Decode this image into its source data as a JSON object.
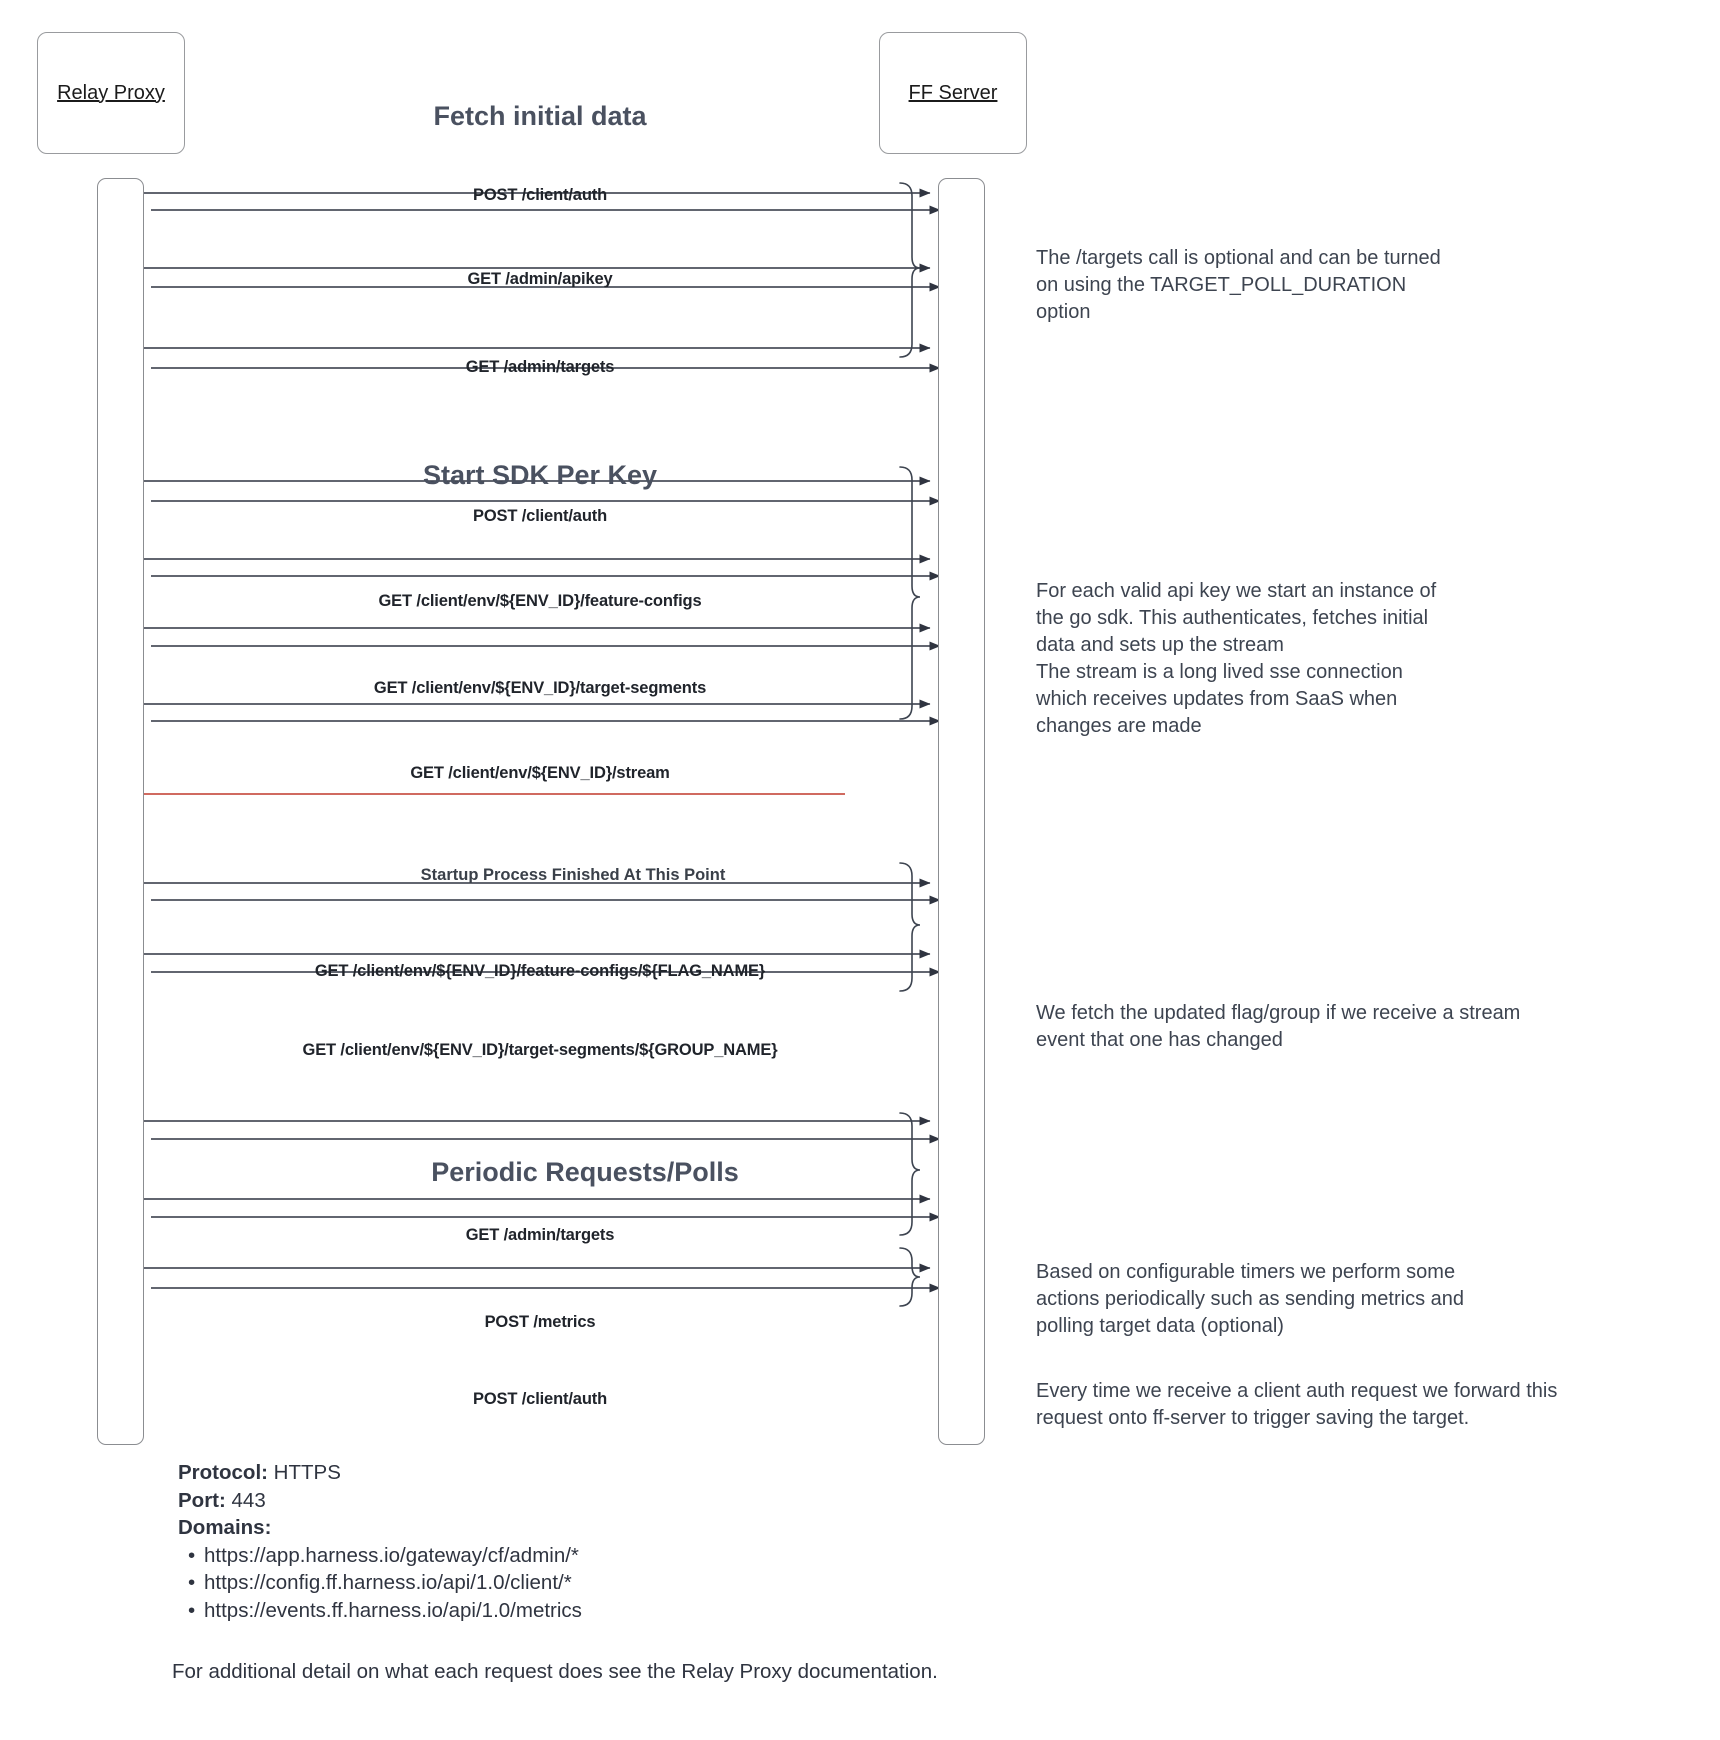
{
  "diagram": {
    "participants": [
      {
        "id": "relay-proxy",
        "label": "Relay Proxy"
      },
      {
        "id": "ff-server",
        "label": "FF Server"
      }
    ],
    "sections": [
      {
        "id": "fetch-initial-data",
        "title": "Fetch initial data"
      },
      {
        "id": "start-sdk-per-key",
        "title": "Start SDK Per Key"
      },
      {
        "id": "periodic-requests",
        "title": "Periodic Requests/Polls"
      }
    ],
    "messages": [
      {
        "id": "m1",
        "label": "POST /client/auth"
      },
      {
        "id": "m2",
        "label": "GET /admin/apikey"
      },
      {
        "id": "m3",
        "label": "GET /admin/targets"
      },
      {
        "id": "m4",
        "label": "POST /client/auth"
      },
      {
        "id": "m5",
        "label": "GET /client/env/${ENV_ID}/feature-configs"
      },
      {
        "id": "m6",
        "label": "GET /client/env/${ENV_ID}/target-segments"
      },
      {
        "id": "m7",
        "label": "GET /client/env/${ENV_ID}/stream"
      },
      {
        "id": "m8",
        "label": "GET /client/env/${ENV_ID}/feature-configs/${FLAG_NAME}"
      },
      {
        "id": "m9",
        "label": "GET /client/env/${ENV_ID}/target-segments/${GROUP_NAME}"
      },
      {
        "id": "m10",
        "label": "GET /admin/targets"
      },
      {
        "id": "m11",
        "label": "POST /metrics"
      },
      {
        "id": "m12",
        "label": "POST /client/auth"
      }
    ],
    "divider": {
      "label": "Startup Process Finished At This Point",
      "color": "#c0392b"
    },
    "notes": [
      {
        "id": "note-targets-optional",
        "lines": [
          "The /targets call is optional and can be turned",
          "on using the TARGET_POLL_DURATION",
          "option"
        ]
      },
      {
        "id": "note-sdk-instance",
        "lines": [
          "For each valid api key we start an instance of",
          "the go sdk. This authenticates, fetches initial",
          "data and sets up the stream",
          "The stream is a long lived sse connection",
          "which receives updates from SaaS when",
          "changes are made"
        ]
      },
      {
        "id": "note-stream-update",
        "lines": [
          "We fetch the updated flag/group if we receive a stream",
          "event that one has changed"
        ]
      },
      {
        "id": "note-periodic-timers",
        "lines": [
          "Based on configurable timers we perform some",
          "actions periodically such as sending metrics and",
          "polling target data (optional)"
        ]
      },
      {
        "id": "note-client-auth-forward",
        "lines": [
          "Every time we receive a client auth request we forward this",
          "request onto ff-server to trigger saving the target."
        ]
      }
    ]
  },
  "legend": {
    "protocol_label": "Protocol:",
    "protocol_value": "HTTPS",
    "port_label": "Port:",
    "port_value": "443",
    "domains_label": "Domains:",
    "domains": [
      "https://app.harness.io/gateway/cf/admin/*",
      "https://config.ff.harness.io/api/1.0/client/*",
      "https://events.ff.harness.io/api/1.0/metrics"
    ]
  },
  "footnote": "For additional detail on what each request does see the Relay Proxy documentation.",
  "colors": {
    "line": "#2f3440",
    "box_border": "#999b9e",
    "divider": "#c0392b",
    "title": "#4a5160"
  }
}
